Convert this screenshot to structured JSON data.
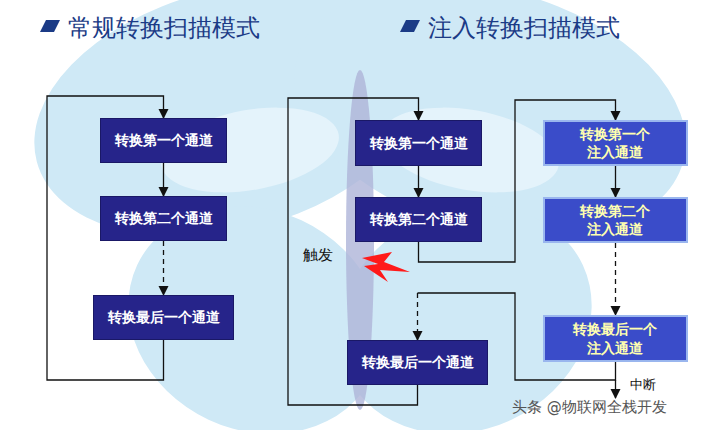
{
  "diagram": {
    "title": "常规转换扫描模式",
    "nodes": [
      {
        "text": [
          "转换第一个通道"
        ]
      },
      {
        "text": [
          "转换第二个通道"
        ]
      },
      {
        "text": [
          "转换最后一个通道"
        ]
      },
      {
        "text": [
          "转换第一个通道"
        ]
      },
      {
        "text": [
          "转换第二个通道"
        ]
      },
      {
        "text": [
          "转换最后一个通道"
        ]
      },
      {
        "text": [
          "转换第一个 注入通道"
        ]
      },
      {
        "text": [
          "转换第二个 注入通道"
        ]
      },
      {
        "text": [
          "转换最后一个 注入通道"
        ]
      }
    ],
    "edges": [
      {
        "from": 0,
        "to": 1,
        "arrow": "to"
      },
      {
        "from": 1,
        "to": 2,
        "arrow": "to"
      },
      {
        "from": 2,
        "to": 0,
        "arrow": "to"
      },
      {
        "from": 3,
        "to": 4,
        "arrow": "to"
      },
      {
        "from": 4,
        "to": 6,
        "arrow": "to"
      },
      {
        "from": 6,
        "to": 7,
        "arrow": "to"
      },
      {
        "from": 7,
        "to": 8,
        "arrow": "to"
      },
      {
        "from": 8,
        "to": 5,
        "arrow": "to"
      },
      {
        "from": 5,
        "to": 3,
        "arrow": "to"
      }
    ],
    "labels": [
      "注入转换扫描模式",
      "触发",
      "中断",
      "头条 @物联网全栈开发"
    ]
  }
}
